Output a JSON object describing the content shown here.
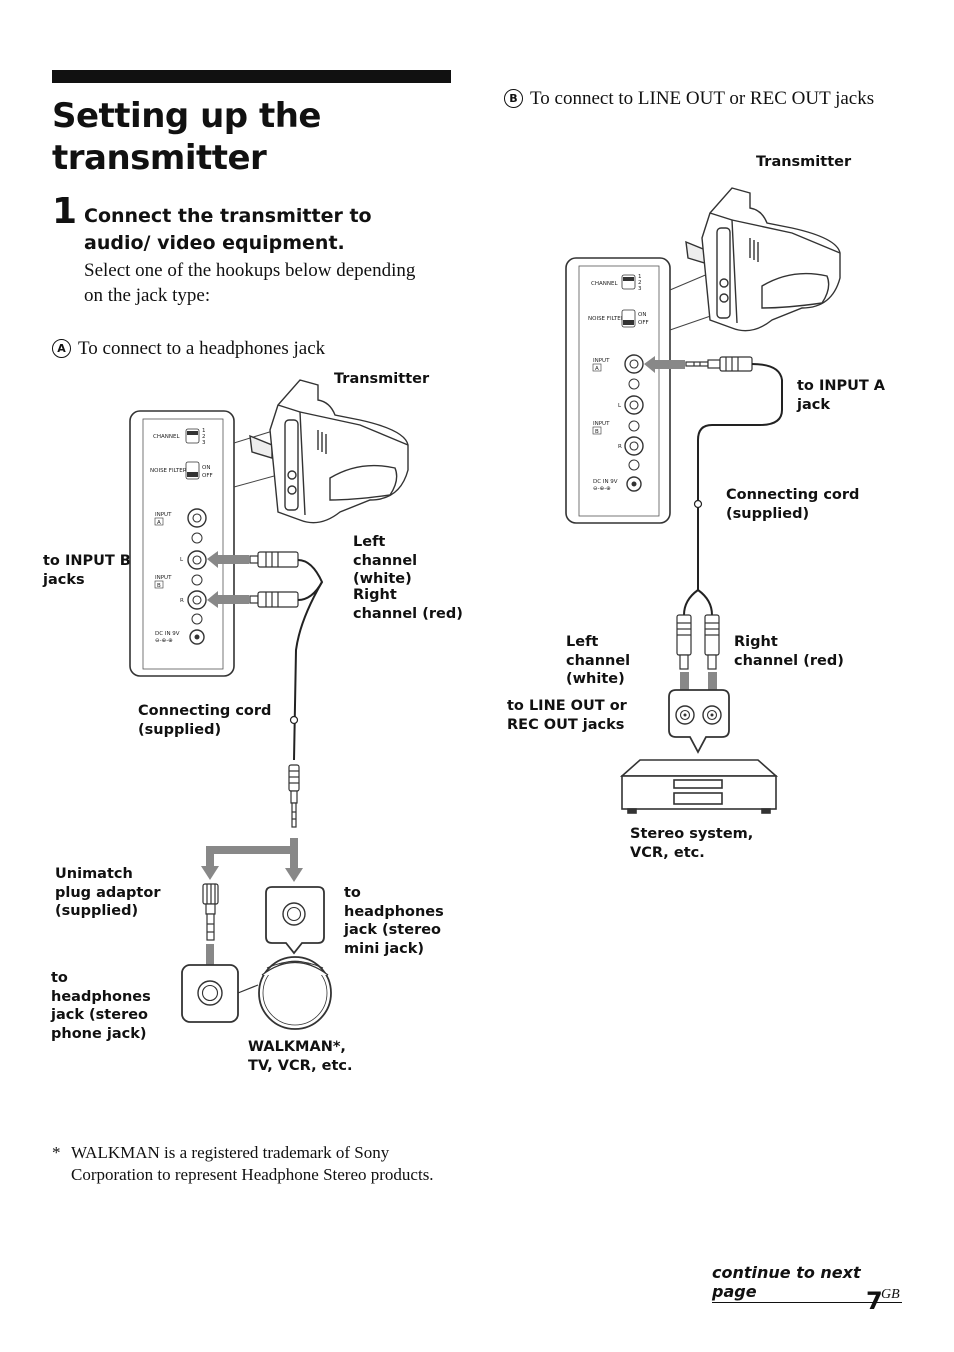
{
  "heading": {
    "title_line1": "Setting up the",
    "title_line2": "transmitter"
  },
  "step": {
    "number": "1",
    "heading": "Connect the transmitter to audio/ video equipment.",
    "subtext": "Select one of the hookups below depending on the jack type:"
  },
  "hookup_a": {
    "marker": "A",
    "title": "To connect to a headphones jack",
    "labels": {
      "transmitter": "Transmitter",
      "to_input_b": "to INPUT B jacks",
      "left_channel": "Left channel (white)",
      "right_channel": "Right channel (red)",
      "connecting_cord": "Connecting cord (supplied)",
      "unimatch": "Unimatch plug adaptor (supplied)",
      "to_headphones_mini": "to headphones jack (stereo mini jack)",
      "to_headphones_phone": "to headphones jack (stereo phone jack)",
      "walkman": "WALKMAN*, TV, VCR, etc."
    }
  },
  "hookup_b": {
    "marker": "B",
    "title": "To connect to LINE OUT or REC OUT jacks",
    "labels": {
      "transmitter": "Transmitter",
      "to_input_a": "to INPUT A jack",
      "connecting_cord": "Connecting cord (supplied)",
      "left_channel": "Left channel (white)",
      "right_channel": "Right channel (red)",
      "to_line_out": "to LINE OUT or REC OUT jacks",
      "stereo_system": "Stereo system, VCR, etc."
    }
  },
  "panel_text": {
    "channel": "CHANNEL",
    "ch1": "1",
    "ch2": "2",
    "ch3": "3",
    "noise_filter": "NOISE FILTER",
    "on": "ON",
    "off": "OFF",
    "input": "INPUT",
    "input_a": "A",
    "input_b": "B",
    "l": "L",
    "r": "R",
    "dc_in": "DC IN 9V"
  },
  "footnote": {
    "marker": "*",
    "text": "WALKMAN is a registered trademark of Sony Corporation to represent Headphone Stereo products."
  },
  "footer": {
    "continue": "continue to next page",
    "page_number": "7",
    "page_suffix": "GB"
  }
}
